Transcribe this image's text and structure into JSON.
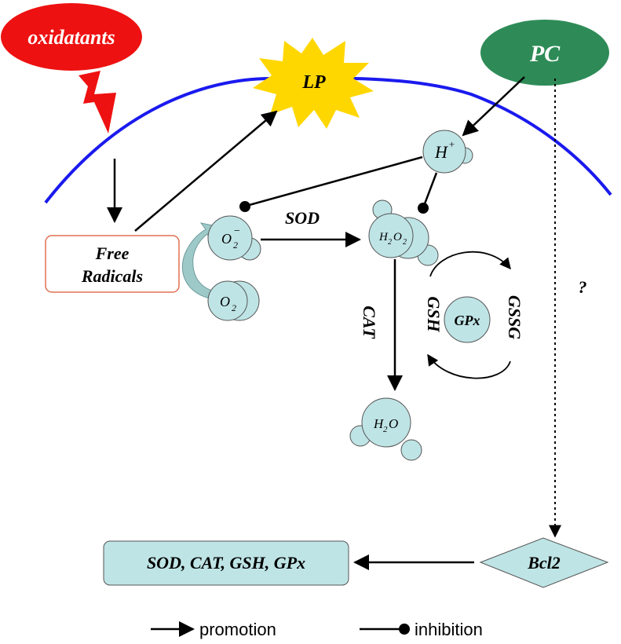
{
  "labels": {
    "oxidants": "oxidatants",
    "lp": "LP",
    "pc": "PC",
    "free_radicals_1": "Free",
    "free_radicals_2": "Radicals",
    "sod": "SOD",
    "cat": "CAT",
    "gsh": "GSH",
    "gssg": "GSSG",
    "gpx": "GPx",
    "question": "?",
    "bcl2": "Bcl2",
    "enzymes": "SOD, CAT, GSH, GPx"
  },
  "molecules": {
    "o2_radical": {
      "base": "O",
      "sub": "2",
      "sup": "−"
    },
    "o2": {
      "base": "O",
      "sub": "2"
    },
    "h_plus": {
      "base": "H",
      "sup": "+"
    },
    "h2o2": {
      "a": "H",
      "a_sub": "2",
      "b": "O",
      "b_sub": "2"
    },
    "h2o": {
      "a": "H",
      "a_sub": "2",
      "b": "O"
    }
  },
  "legend": {
    "promotion": "promotion",
    "inhibition": "inhibition"
  },
  "colors": {
    "oxidants_fill": "#ee1111",
    "pc_fill": "#2e8b57",
    "lp_fill": "#ffd700",
    "membrane": "#1a1aee",
    "molecule_fill": "#bfe4e6",
    "box_fill": "#bfe4e6",
    "free_radicals_border": "#e07050"
  }
}
